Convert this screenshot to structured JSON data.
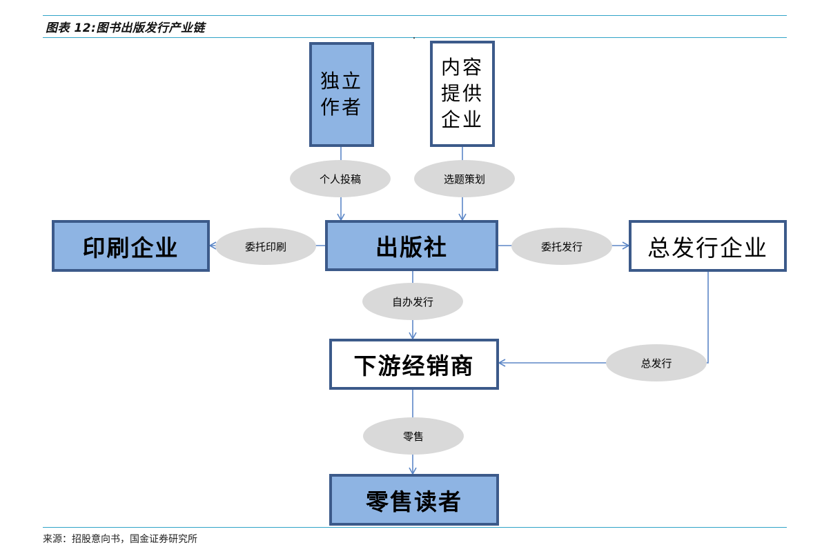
{
  "header": {
    "title": "图表 12:图书出版发行产业链"
  },
  "nodes": {
    "independent_author": "独立\n作者",
    "content_provider": "内容\n提供\n企业",
    "printing": "印刷企业",
    "publisher": "出版社",
    "general_distributor": "总发行企业",
    "downstream_dealer": "下游经销商",
    "retail_reader": "零售读者"
  },
  "edges": {
    "personal_submission": "个人投稿",
    "topic_planning": "选题策划",
    "commission_printing": "委托印刷",
    "commission_distribution": "委托发行",
    "self_distribution": "自办发行",
    "general_distribution": "总发行",
    "retail": "零售"
  },
  "footer": {
    "source": "来源：招股意向书，国金证券研究所"
  },
  "colors": {
    "node_blue": "#8eb4e3",
    "node_border": "#3c5a8a",
    "connector": "#5b86c6",
    "oval": "#d9d9d9",
    "rule": "#2fa3c7"
  }
}
